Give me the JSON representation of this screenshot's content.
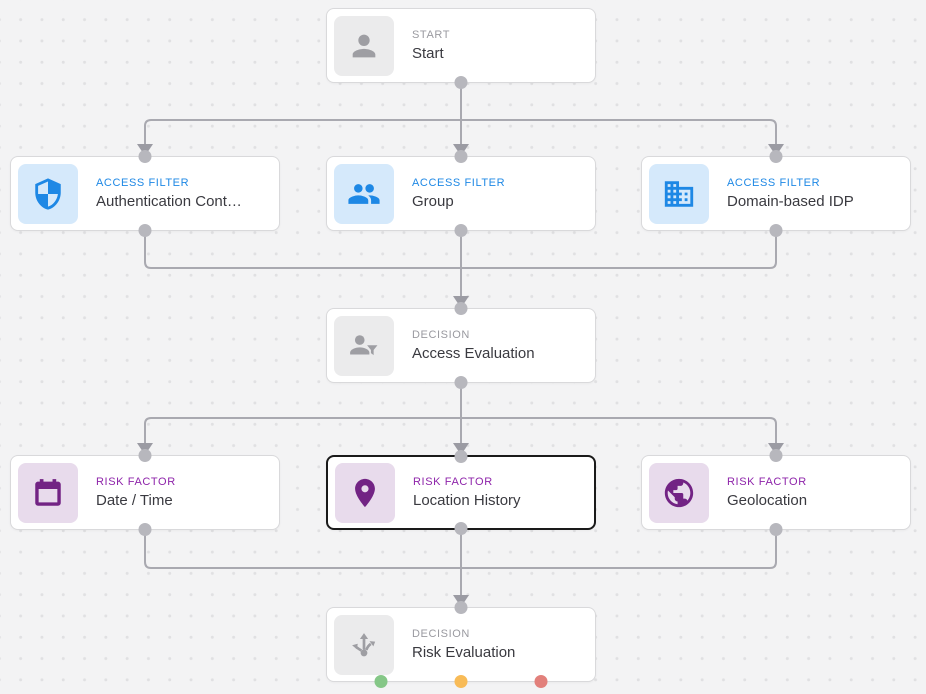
{
  "canvas": {
    "background": "#f3f3f4",
    "grid_dot_color": "#e0e0e2"
  },
  "colors": {
    "access_filter_accent": "#1e88e5",
    "access_filter_icon_bg": "#d5e9fb",
    "risk_factor_accent": "#8e24aa",
    "risk_factor_icon": "#722384",
    "risk_factor_icon_bg": "#e8dbec",
    "neutral_accent": "#9a9aa0",
    "neutral_icon_bg": "#ebebec",
    "edge": "#a9a9b0",
    "port": "#b7b7bd",
    "selected_border": "#1a1a1a",
    "outcome_green": "#85c787",
    "outcome_orange": "#f8bb57",
    "outcome_red": "#e2807b"
  },
  "nodes": {
    "start": {
      "type_label": "START",
      "title": "Start"
    },
    "auth_context": {
      "type_label": "ACCESS FILTER",
      "title": "Authentication Cont…"
    },
    "group": {
      "type_label": "ACCESS FILTER",
      "title": "Group"
    },
    "domain_idp": {
      "type_label": "ACCESS FILTER",
      "title": "Domain-based IDP"
    },
    "access_evaluation": {
      "type_label": "DECISION",
      "title": "Access Evaluation"
    },
    "date_time": {
      "type_label": "RISK FACTOR",
      "title": "Date / Time"
    },
    "location_history": {
      "type_label": "RISK FACTOR",
      "title": "Location History",
      "selected": true
    },
    "geolocation": {
      "type_label": "RISK FACTOR",
      "title": "Geolocation"
    },
    "risk_evaluation": {
      "type_label": "DECISION",
      "title": "Risk Evaluation",
      "outcome_ports": [
        "green",
        "orange",
        "red"
      ]
    }
  }
}
